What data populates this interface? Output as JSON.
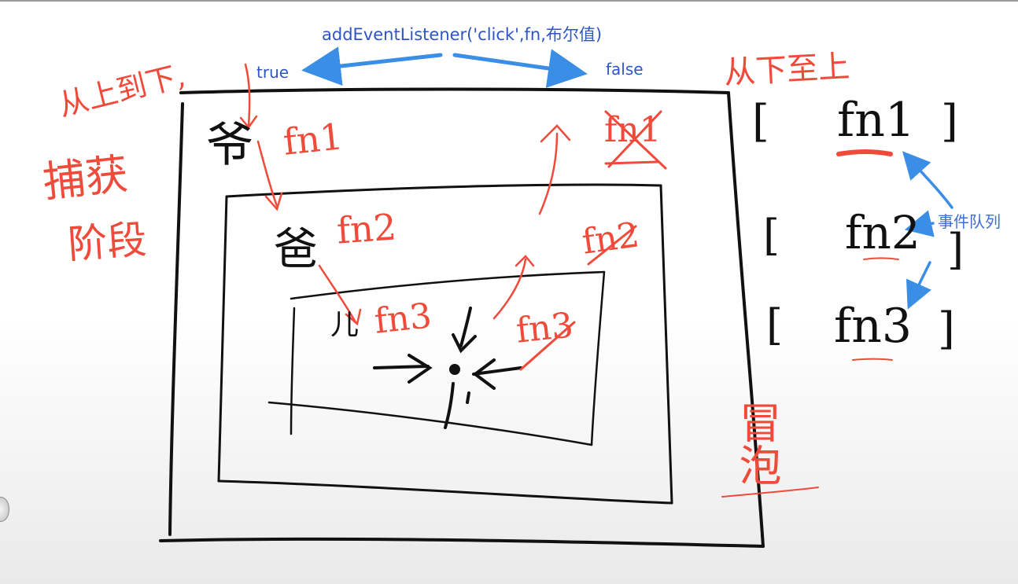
{
  "labels": {
    "api_call": "addEventListener('click',fn,布尔值)",
    "true_label": "true",
    "false_label": "false",
    "queue_label": "事件队列"
  },
  "handwriting": {
    "top_to_bottom": "从上到下,",
    "capture_phase": "捕获",
    "capture_phase_2": "阶段",
    "bottom_to_top": "从下至上",
    "bubbling": "冒泡",
    "grandpa": "爷",
    "father": "爸",
    "child": "儿",
    "fn1": "fn1",
    "fn2": "fn2",
    "fn3": "fn3",
    "fn1_crossed": "fn1",
    "fn2_crossed": "fn2",
    "fn3_crossed": "fn3"
  },
  "queue": {
    "items": [
      {
        "open": "[",
        "label": "fn1",
        "close": "]"
      },
      {
        "open": "[",
        "label": "fn2",
        "close": "]"
      },
      {
        "open": "[",
        "label": "fn3",
        "close": "]"
      }
    ]
  },
  "colors": {
    "ink_red": "#f04a3a",
    "ink_black": "#111111",
    "arrow_blue": "#3a8ee6",
    "text_blue": "#2f55c4"
  }
}
